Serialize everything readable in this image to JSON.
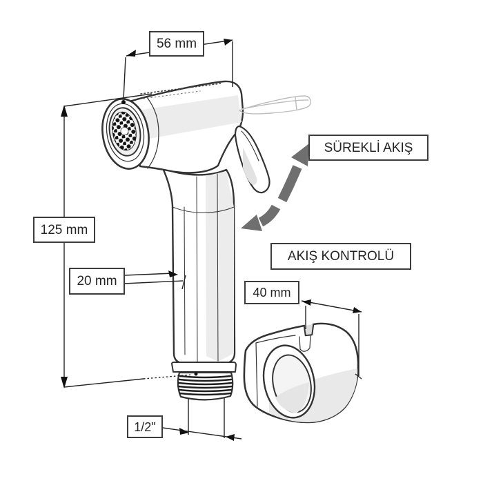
{
  "diagram": {
    "type": "technical-drawing",
    "subject": "hand bidet sprayer with wall holder",
    "labels": {
      "head_width": "56 mm",
      "total_height": "125 mm",
      "handle_diameter": "20 mm",
      "holder_width": "40 mm",
      "thread_size": "1/2\"",
      "continuous_flow": "SÜREKLİ AKIŞ",
      "flow_control": "AKIŞ KONTROLÜ"
    },
    "icons": {
      "rotation_arrow_up": "curved-arrow-up-right",
      "rotation_arrow_down": "curved-arrow-down-left"
    },
    "colors": {
      "background": "#ffffff",
      "line": "#333333",
      "dimension_line": "#222222",
      "arrow_gray": "#6f6f6f",
      "shade_gray": "#ececec",
      "ghost_line": "#bdbdbd"
    }
  }
}
